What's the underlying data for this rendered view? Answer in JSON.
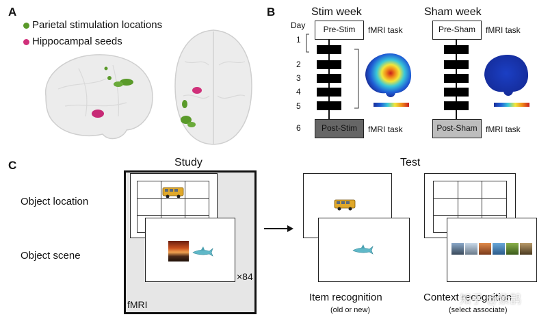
{
  "panel_a": {
    "letter": "A",
    "legend": [
      {
        "label": "Parietal stimulation locations",
        "color": "#5a9a2a"
      },
      {
        "label": "Hippocampal seeds",
        "color": "#d0307a"
      }
    ]
  },
  "panel_b": {
    "letter": "B",
    "day_label": "Day",
    "days": [
      "1",
      "2",
      "3",
      "4",
      "5",
      "6"
    ],
    "stim": {
      "title": "Stim week",
      "start": "Pre-Stim",
      "end": "Post-Stim",
      "task": "fMRI task",
      "end_fill": "#666666"
    },
    "sham": {
      "title": "Sham week",
      "start": "Pre-Sham",
      "end": "Post-Sham",
      "task": "fMRI task",
      "end_fill": "#bdbdbd"
    }
  },
  "panel_c": {
    "letter": "C",
    "study_title": "Study",
    "test_title": "Test",
    "row_labels": [
      "Object location",
      "Object scene"
    ],
    "repeat": "×84",
    "scanner": "fMRI",
    "test_labels": {
      "item": "Item recognition",
      "item_sub": "(old or new)",
      "context": "Context recognition",
      "context_sub": "(select associate)"
    },
    "watermark": "知乎 @紫鹊"
  }
}
